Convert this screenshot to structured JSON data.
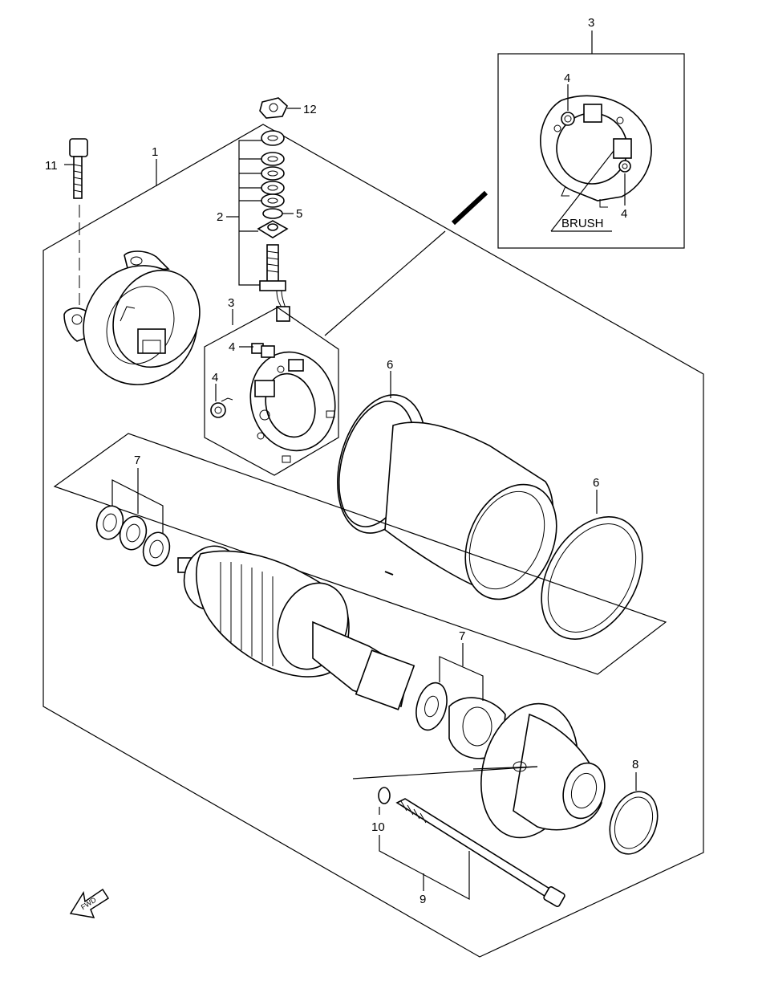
{
  "callouts": {
    "c1": "1",
    "c2": "2",
    "c3_main": "3",
    "c3_inset": "3",
    "c4_a": "4",
    "c4_b": "4",
    "c4_inset_top": "4",
    "c4_inset_bottom": "4",
    "c5": "5",
    "c6_a": "6",
    "c6_b": "6",
    "c7_a": "7",
    "c7_b": "7",
    "c8": "8",
    "c9": "9",
    "c10": "10",
    "c11": "11",
    "c12": "12"
  },
  "inset": {
    "brush_label": "BRUSH"
  },
  "fwd_label": "FWD"
}
